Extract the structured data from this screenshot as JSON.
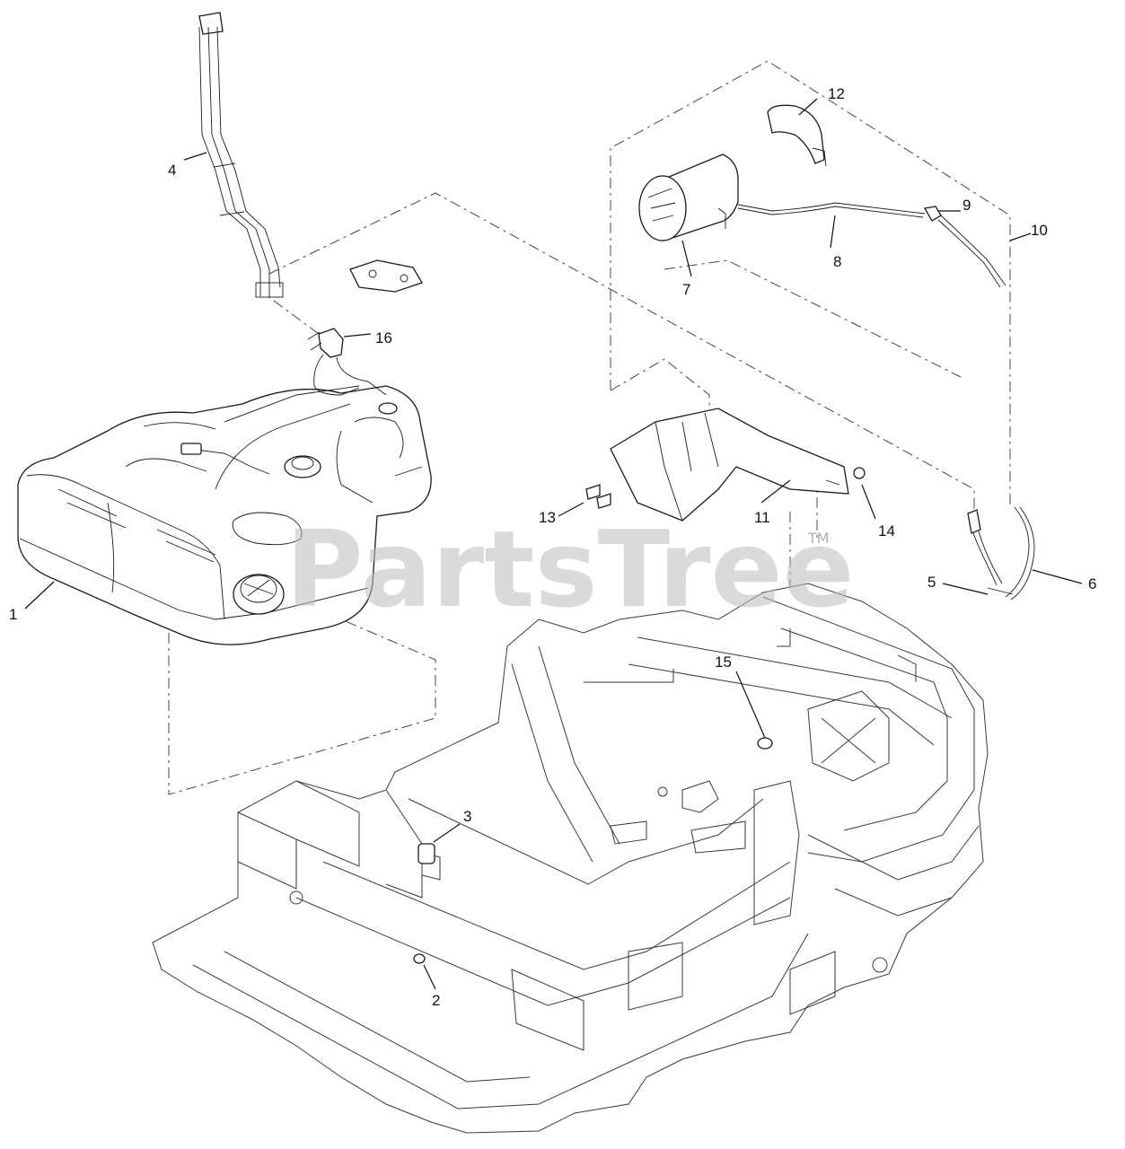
{
  "watermark": {
    "text": "PartsTree",
    "trademark": "TM"
  },
  "callouts": [
    {
      "id": "1",
      "label": "1"
    },
    {
      "id": "2",
      "label": "2"
    },
    {
      "id": "3",
      "label": "3"
    },
    {
      "id": "4",
      "label": "4"
    },
    {
      "id": "5",
      "label": "5"
    },
    {
      "id": "6",
      "label": "6"
    },
    {
      "id": "7",
      "label": "7"
    },
    {
      "id": "8",
      "label": "8"
    },
    {
      "id": "9",
      "label": "9"
    },
    {
      "id": "10",
      "label": "10"
    },
    {
      "id": "11",
      "label": "11"
    },
    {
      "id": "12",
      "label": "12"
    },
    {
      "id": "13",
      "label": "13"
    },
    {
      "id": "14",
      "label": "14"
    },
    {
      "id": "15",
      "label": "15"
    },
    {
      "id": "16",
      "label": "16"
    }
  ]
}
